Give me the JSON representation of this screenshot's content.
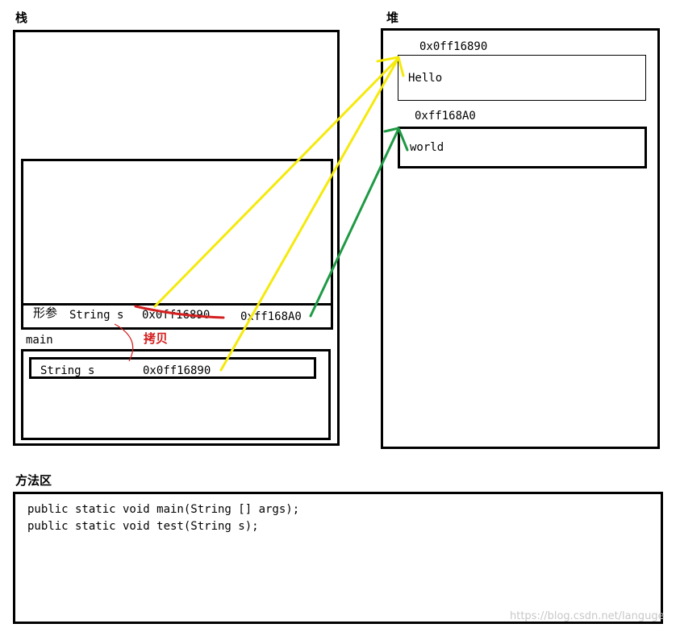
{
  "stack": {
    "title": "栈",
    "frame_test": {
      "param_label": "形参",
      "var_text": "String s",
      "old_address": "0x0ff16890",
      "new_address": "0xff168A0"
    },
    "copy_label": "拷贝",
    "frame_main": {
      "title": "main",
      "var_text": "String s",
      "address": "0x0ff16890"
    }
  },
  "heap": {
    "title": "堆",
    "objects": [
      {
        "address": "0x0ff16890",
        "value": "Hello"
      },
      {
        "address": "0xff168A0",
        "value": "world"
      }
    ]
  },
  "method_area": {
    "title": "方法区",
    "lines": [
      "public static void main(String [] args);",
      "public static void test(String s);"
    ]
  },
  "watermark": "https://blog.csdn.net/languge",
  "colors": {
    "yellow_arrow": "#f5ea0a",
    "green_arrow": "#1e9a44",
    "strike_red": "#d42020",
    "copy_red": "#d42020"
  }
}
